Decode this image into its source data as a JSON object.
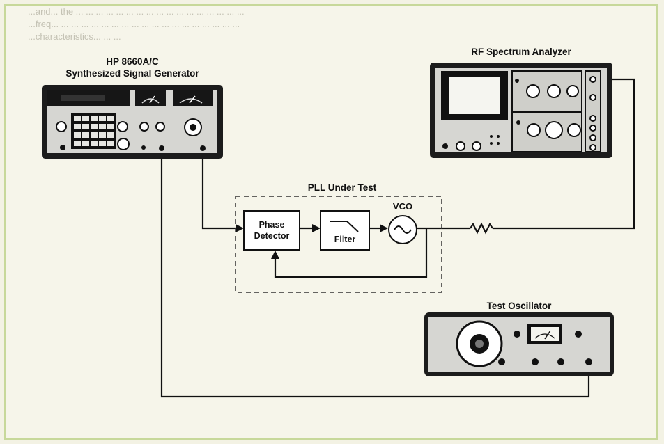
{
  "header_ghost_text": [
    "...and... the ... ... ... ... ... ... ... ... ... ... ... ... ... ... ... ... ...",
    "...freq... ... ... ... ... ... ... ... ... ... ... ... ... ... ... ... ... ... ...",
    "...characteristics... ... ..."
  ],
  "labels": {
    "generator_line1": "HP 8660A/C",
    "generator_line2": "Synthesized Signal Generator",
    "analyzer": "RF Spectrum Analyzer",
    "pll": "PLL Under Test",
    "phase_line1": "Phase",
    "phase_line2": "Detector",
    "filter": "Filter",
    "vco": "VCO",
    "oscillator": "Test Oscillator"
  },
  "colors": {
    "background": "#f6f5ea",
    "border": "#c7d89a",
    "line": "#111111",
    "instrument_body": "#d8d8d4",
    "instrument_dark": "#222222"
  }
}
